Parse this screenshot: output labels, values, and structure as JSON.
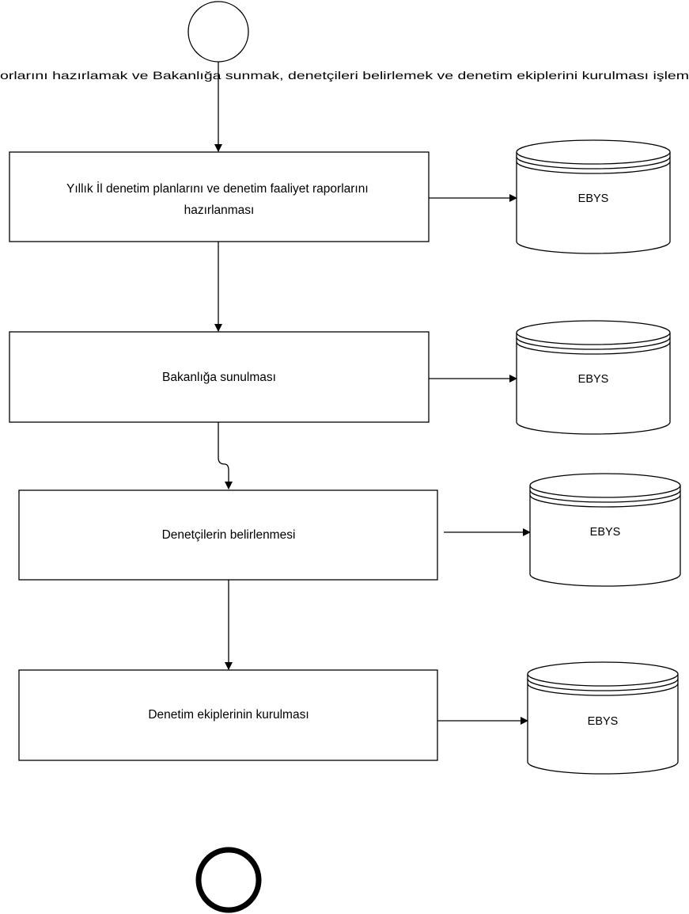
{
  "diagram": {
    "description": "orlarını hazırlamak ve Bakanlığa sunmak, denetçileri belirlemek ve denetim ekiplerini kurulması işlem",
    "steps": [
      {
        "line1": "Yıllık İl denetim planlarını ve denetim faaliyet raporlarını",
        "line2": "hazırlanması"
      },
      {
        "line1": "Bakanlığa sunulması"
      },
      {
        "line1": "Denetçilerin belirlenmesi"
      },
      {
        "line1": "Denetim ekiplerinin kurulması"
      }
    ],
    "stores": [
      {
        "label": "EBYS"
      },
      {
        "label": "EBYS"
      },
      {
        "label": "EBYS"
      },
      {
        "label": "EBYS"
      }
    ],
    "colors": {
      "stroke": "#000000",
      "fill": "#ffffff",
      "text": "#000000"
    }
  }
}
